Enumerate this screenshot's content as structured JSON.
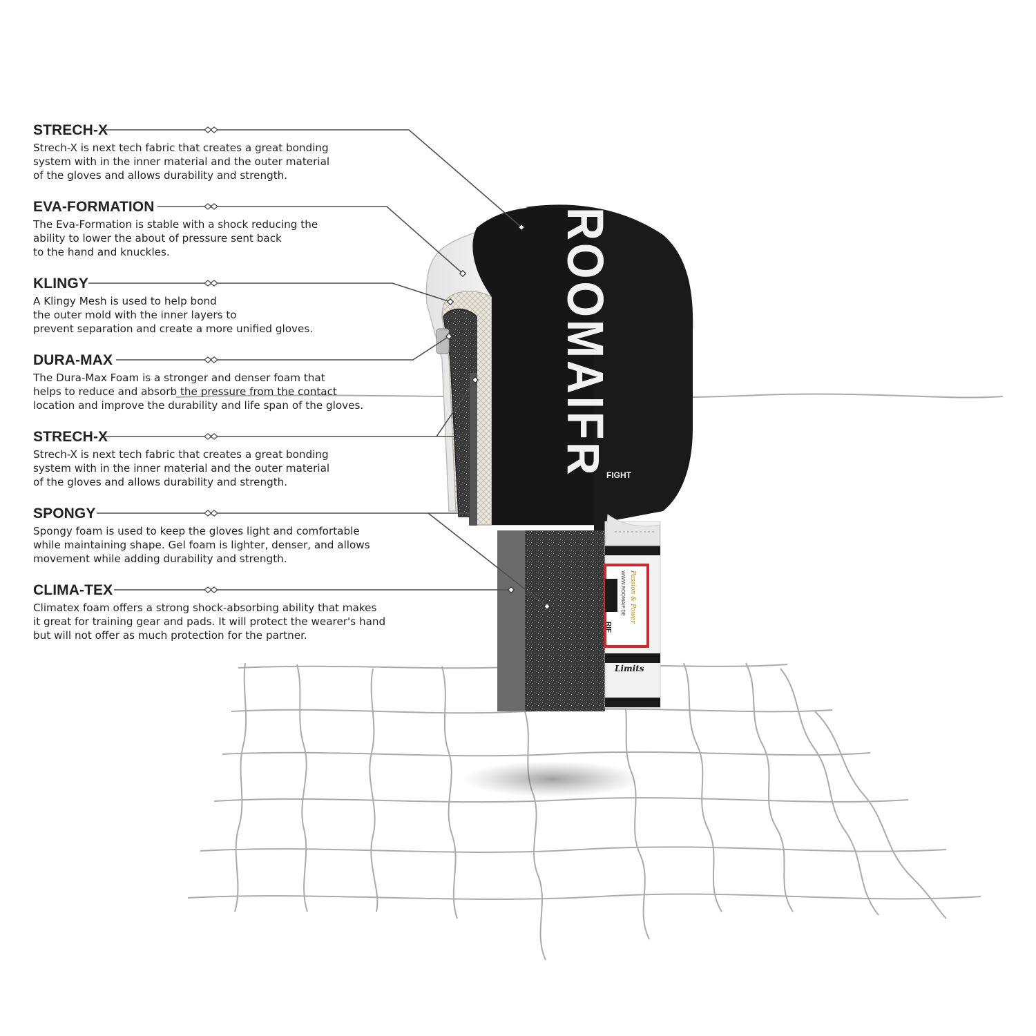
{
  "layers": [
    {
      "title": "STRECH-X",
      "description": "Strech-X is next tech fabric that creates a great bonding\nsystem with in the inner material and the outer material\nof the gloves and allows durability and strength."
    },
    {
      "title": "EVA-FORMATION",
      "description": "The Eva-Formation is stable with a shock reducing the\nability to lower the about of pressure sent back\nto the hand and knuckles."
    },
    {
      "title": "KLINGY",
      "description": "A Klingy Mesh is used to help bond\nthe outer mold with the inner layers to\nprevent separation and create a more unified gloves."
    },
    {
      "title": "DURA-MAX",
      "description": "The Dura-Max Foam is a stronger and denser foam that\nhelps to reduce and absorb the pressure from the contact\nlocation and improve the durability and life span of the gloves."
    },
    {
      "title": "STRECH-X",
      "description": "Strech-X is next tech fabric that creates a great bonding\nsystem with in the inner material and the outer material\nof the gloves and allows durability and strength."
    },
    {
      "title": "SPONGY",
      "description": "Spongy foam is used to keep the gloves light and comfortable\nwhile maintaining shape. Gel foam is lighter, denser, and allows\nmovement while adding durability and strength."
    },
    {
      "title": "CLIMA-TEX",
      "description": "Climatex foam offers a strong shock-absorbing ability that makes\nit great for training gear and pads. It will protect the wearer's hand\nbut will not offer as much protection for the partner."
    }
  ],
  "glove": {
    "brand_text": "ROOMAIF",
    "logo_letter": "R",
    "logo_caption": "FIGHT",
    "patch_text": "Passion & Power",
    "patch_url": "WWW.ROOMAIF.DE",
    "patch_brand": "RIF",
    "strap_text": "Limits"
  },
  "colors": {
    "leader": "#4d4d4d",
    "glove_black": "#1a1a1a",
    "foam": "#3a3a3a",
    "grid": "#aaaaaa",
    "patch_red": "#d7262b"
  },
  "icons": {
    "connector": "diamond-node-icon",
    "marker": "square-marker-icon"
  }
}
